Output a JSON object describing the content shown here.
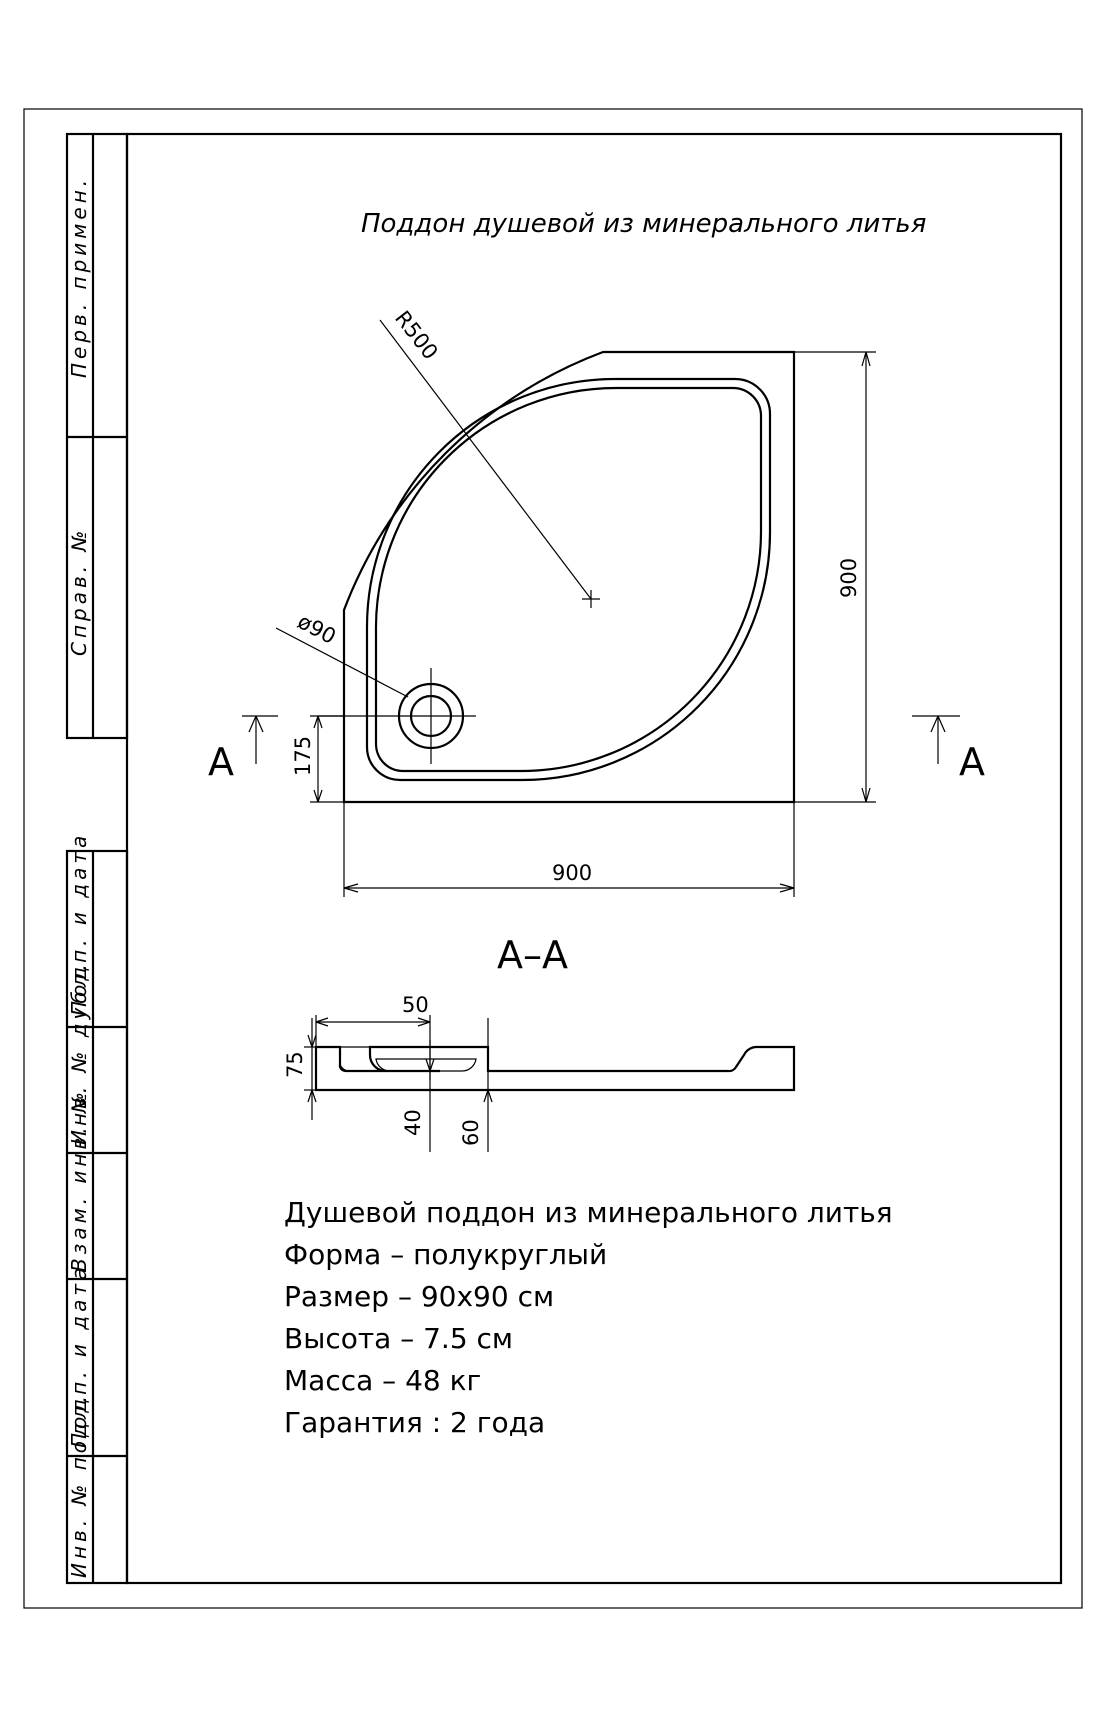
{
  "title": "Поддон душевой из минерального литья",
  "side_stamp": {
    "perv_primen": "Перв. примен.",
    "sprav_no": "Справ. №",
    "podp_i_data_1": "Подп. и дата",
    "inv_no_dubl": "Инв. № дубл.",
    "vzam_inv_no": "Взам. инв. №",
    "podp_i_data_2": "Подп. и дата",
    "inv_no_podl": "Инв. № подл."
  },
  "plan_view": {
    "radius_label": "R500",
    "drain_label": "ø90",
    "width_label": "900",
    "depth_label": "900",
    "drain_offset_label": "175",
    "section_mark_left": "A",
    "section_mark_right": "A"
  },
  "section_view": {
    "title": "A–A",
    "dim_50": "50",
    "dim_75": "75",
    "dim_40": "40",
    "dim_60": "60"
  },
  "specs": [
    "Душевой поддон из минерального литья",
    "Форма – полукруглый",
    "Размер – 90х90 см",
    "Высота – 7.5 см",
    "Масса –  48 кг",
    "Гарантия : 2 года"
  ]
}
